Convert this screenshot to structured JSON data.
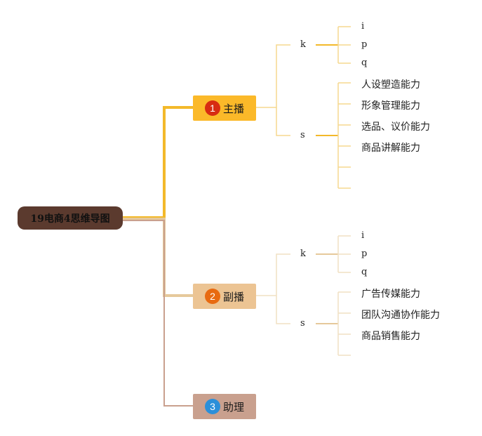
{
  "root": {
    "label": "19电商4思维导图"
  },
  "branches": [
    {
      "badge": "1",
      "label": "主播",
      "color": "#fbb929",
      "badge_color": "#d72b12",
      "k_label": "k",
      "k_children": [
        "i",
        "p",
        "q"
      ],
      "s_label": "s",
      "s_children": [
        "人设塑造能力",
        "形象管理能力",
        "选品、议价能力",
        "商品讲解能力",
        "",
        ""
      ]
    },
    {
      "badge": "2",
      "label": "副播",
      "color": "#ecc493",
      "badge_color": "#e86a11",
      "k_label": "k",
      "k_children": [
        "i",
        "p",
        "q"
      ],
      "s_label": "s",
      "s_children": [
        "广告传媒能力",
        "团队沟通协作能力",
        "商品销售能力",
        ""
      ]
    },
    {
      "badge": "3",
      "label": "助理",
      "color": "#c9a08e",
      "badge_color": "#2b8fd9"
    }
  ],
  "colors": {
    "root": "#5b3a2e",
    "branch1_line": "#f3b92a",
    "branch1_light": "#f6d88f",
    "branch2_line": "#e6c99b",
    "branch2_light": "#f1e0c4",
    "branch3_line": "#c9a08e"
  }
}
